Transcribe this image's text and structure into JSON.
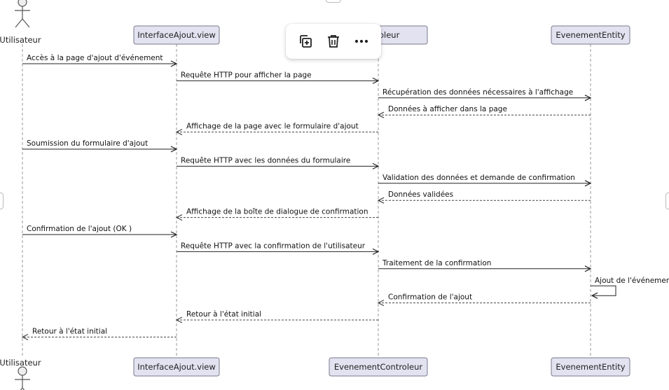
{
  "participants": [
    {
      "id": "user",
      "label": "Utilisateur",
      "type": "actor"
    },
    {
      "id": "view",
      "label": "InterfaceAjout.view",
      "type": "participant"
    },
    {
      "id": "ctrl",
      "label": "EvenementControleur",
      "type": "participant",
      "top_label": "Controleur"
    },
    {
      "id": "entity",
      "label": "EvenementEntity",
      "type": "participant"
    }
  ],
  "messages": [
    {
      "from": "user",
      "to": "view",
      "label": "Accès à la page d'ajout d'événement",
      "style": "solid"
    },
    {
      "from": "view",
      "to": "ctrl",
      "label": "Requête HTTP pour afficher la page",
      "style": "solid"
    },
    {
      "from": "ctrl",
      "to": "entity",
      "label": "Récupération des données nécessaires à l'affichage",
      "style": "solid"
    },
    {
      "from": "entity",
      "to": "ctrl",
      "label": "Données à afficher dans la page",
      "style": "dashed"
    },
    {
      "from": "ctrl",
      "to": "view",
      "label": "Affichage de la page avec le formulaire d'ajout",
      "style": "dashed"
    },
    {
      "from": "user",
      "to": "view",
      "label": "Soumission du formulaire d'ajout",
      "style": "solid"
    },
    {
      "from": "view",
      "to": "ctrl",
      "label": "Requête HTTP avec les données du formulaire",
      "style": "solid"
    },
    {
      "from": "ctrl",
      "to": "entity",
      "label": "Validation des données et demande de confirmation",
      "style": "solid"
    },
    {
      "from": "entity",
      "to": "ctrl",
      "label": "Données validées",
      "style": "dashed"
    },
    {
      "from": "ctrl",
      "to": "view",
      "label": "Affichage de la boîte de dialogue de confirmation",
      "style": "dashed"
    },
    {
      "from": "user",
      "to": "view",
      "label": "Confirmation de l'ajout (OK )",
      "style": "solid"
    },
    {
      "from": "view",
      "to": "ctrl",
      "label": "Requête HTTP avec la confirmation de l'utilisateur",
      "style": "solid"
    },
    {
      "from": "ctrl",
      "to": "entity",
      "label": "Traitement de la confirmation",
      "style": "solid"
    },
    {
      "from": "entity",
      "to": "entity",
      "label": "Ajout de l'événemen",
      "style": "self"
    },
    {
      "from": "entity",
      "to": "ctrl",
      "label": "Confirmation de l'ajout",
      "style": "dashed"
    },
    {
      "from": "ctrl",
      "to": "view",
      "label": "Retour à l'état initial",
      "style": "dashed"
    },
    {
      "from": "view",
      "to": "user",
      "label": "Retour à l'état initial",
      "style": "dashed"
    }
  ],
  "toolbar": {
    "icons": [
      "duplicate-icon",
      "trash-icon",
      "more-icon"
    ]
  },
  "colors": {
    "participant_fill": "#e2e2f0",
    "participant_border": "#7a7a8e",
    "lifeline": "#9a9a9a"
  }
}
